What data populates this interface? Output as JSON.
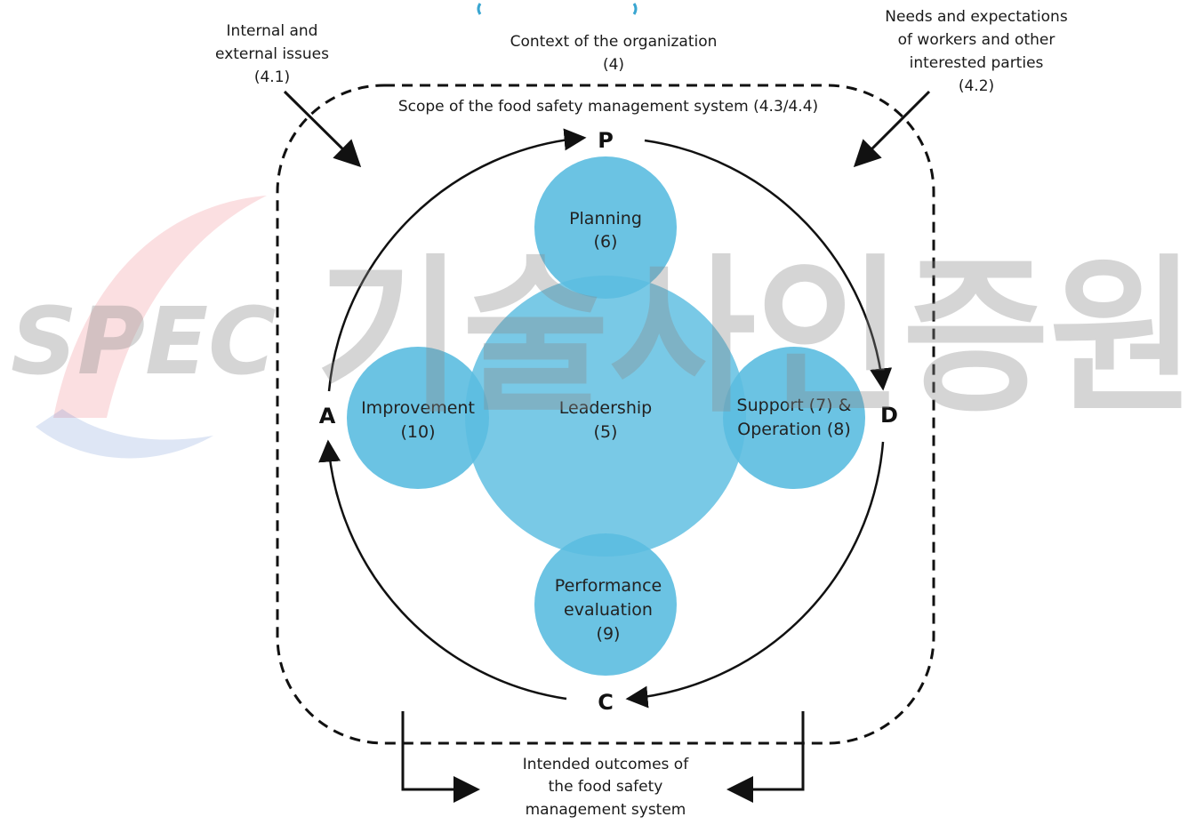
{
  "header": {
    "context_title": "Context of the organization",
    "context_clause": "(4)",
    "issues_line1": "Internal and",
    "issues_line2": "external issues",
    "issues_clause": "(4.1)",
    "needs_line1": "Needs and expectations",
    "needs_line2": "of workers and other",
    "needs_line3": "interested parties",
    "needs_clause": "(4.2)"
  },
  "scope": {
    "label": "Scope of the food safety management system (4.3/4.4)"
  },
  "pdca": {
    "p": "P",
    "d": "D",
    "c": "C",
    "a": "A"
  },
  "circles": {
    "leadership_label": "Leadership",
    "leadership_clause": "(5)",
    "planning_label": "Planning",
    "planning_clause": "(6)",
    "support_line1": "Support (7) &",
    "support_line2": "Operation (8)",
    "performance_line1": "Performance",
    "performance_line2": "evaluation",
    "performance_clause": "(9)",
    "improvement_label": "Improvement",
    "improvement_clause": "(10)"
  },
  "outcomes": {
    "line1": "Intended outcomes of",
    "line2": "the food safety",
    "line3": "management system"
  },
  "watermark": {
    "logo_text": "SPEC",
    "korean_text": "기술사인증원"
  },
  "colors": {
    "circle_fill": "#5bbde0",
    "circle_overlap": "#3aa6d1",
    "line": "#111111",
    "watermark": "#8a8a8a",
    "watermark_red": "#e8505b",
    "watermark_blue": "#4a74c9"
  }
}
